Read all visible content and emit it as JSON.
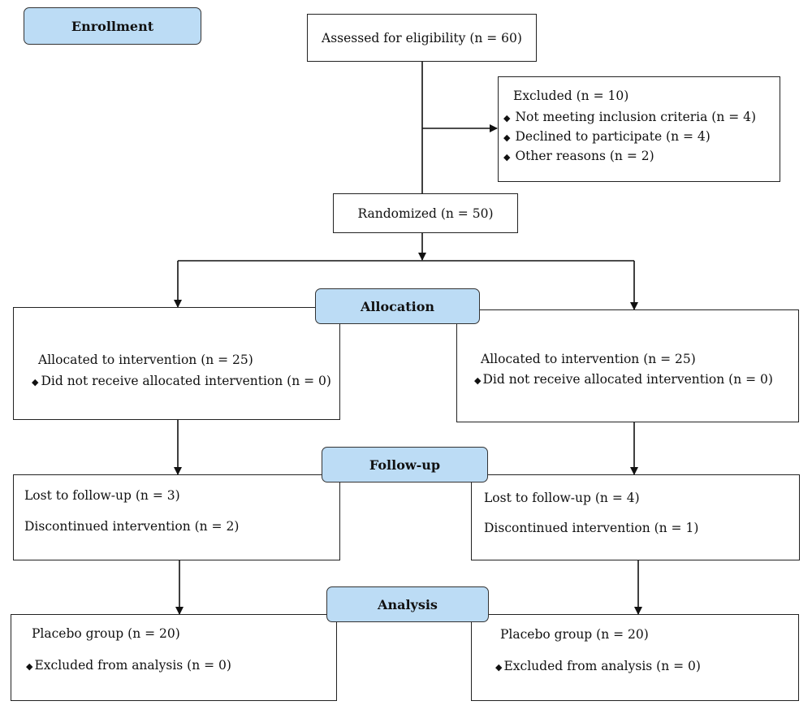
{
  "stages": {
    "enrollment": "Enrollment",
    "allocation": "Allocation",
    "followup": "Follow-up",
    "analysis": "Analysis"
  },
  "assessed": "Assessed for eligibility (n = 60)",
  "excluded": {
    "title": "Excluded (n = 10)",
    "items": [
      "Not meeting inclusion criteria (n = 4)",
      "Declined to participate (n = 4)",
      "Other reasons (n = 2)"
    ]
  },
  "randomized": "Randomized (n = 50)",
  "allocation": {
    "left": {
      "allocated": "Allocated to intervention (n = 25)",
      "not_received": "Did not receive allocated intervention (n = 0)"
    },
    "right": {
      "allocated": "Allocated to intervention (n = 25)",
      "not_received": "Did not receive allocated intervention (n = 0)"
    }
  },
  "followup": {
    "left": {
      "lost": "Lost to follow-up (n = 3)",
      "discontinued": "Discontinued intervention (n = 2)"
    },
    "right": {
      "lost": "Lost to follow-up (n = 4)",
      "discontinued": "Discontinued intervention (n = 1)"
    }
  },
  "analysis": {
    "left": {
      "group": "Placebo group (n = 20)",
      "excluded": "Excluded from analysis (n = 0)"
    },
    "right": {
      "group": "Placebo group (n = 20)",
      "excluded": "Excluded from analysis (n = 0)"
    }
  },
  "bullet": "◆"
}
